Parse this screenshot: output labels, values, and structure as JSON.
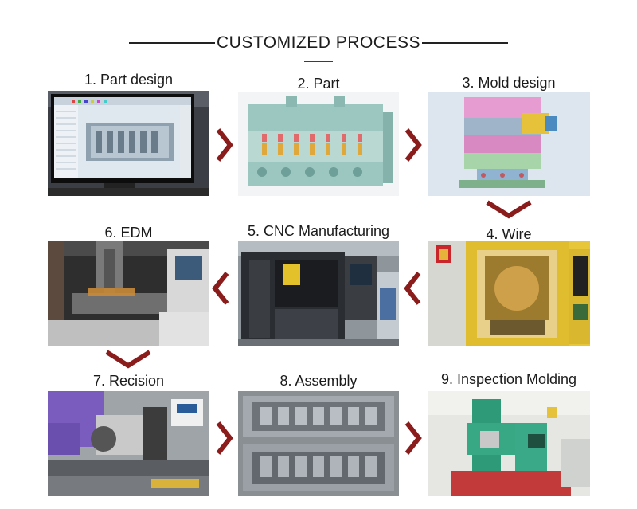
{
  "header": {
    "title": "CUSTOMIZED PROCESS"
  },
  "colors": {
    "arrow": "#8a1c1c",
    "title_line": "#222222",
    "title_accent": "#8a1c1c"
  },
  "steps": [
    {
      "label": "1. Part design"
    },
    {
      "label": "2.  Part"
    },
    {
      "label": "3.  Mold design"
    },
    {
      "label": "4.  Wire"
    },
    {
      "label": "5.  CNC Manufacturing"
    },
    {
      "label": "6.  EDM"
    },
    {
      "label": "7. Recision"
    },
    {
      "label": "8.  Assembly"
    },
    {
      "label": "9.  Inspection Molding"
    }
  ],
  "arrows": [
    {
      "icon": "chevron-right-icon"
    },
    {
      "icon": "chevron-right-icon"
    },
    {
      "icon": "chevron-down-icon"
    },
    {
      "icon": "chevron-left-icon"
    },
    {
      "icon": "chevron-left-icon"
    },
    {
      "icon": "chevron-down-icon"
    },
    {
      "icon": "chevron-right-icon"
    },
    {
      "icon": "chevron-right-icon"
    }
  ]
}
